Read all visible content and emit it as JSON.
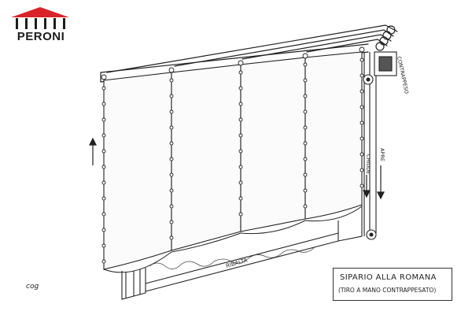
{
  "logo": {
    "text": "PERONI",
    "color": "#d8232a"
  },
  "labels": {
    "counterweight": "CONTRAPPESO",
    "open": "APRE",
    "close": "CHIUDE",
    "ribalta": "RIBALTA",
    "signature": "cog"
  },
  "caption": {
    "title": "SIPARIO ALLA ROMANA",
    "subtitle": "(TIRO A MANO CONTRAPPESATO)"
  },
  "colors": {
    "ink": "#222222",
    "accent": "#d8232a"
  }
}
